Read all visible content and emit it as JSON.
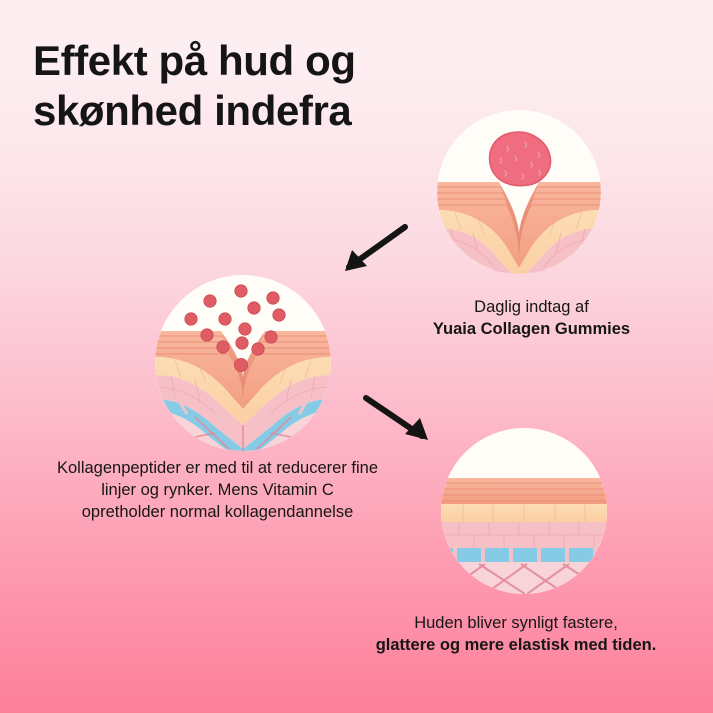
{
  "background": {
    "gradient_top": "#fdeef1",
    "gradient_bottom": "#fd8099"
  },
  "heading": {
    "line1": "Effekt på hud og",
    "line2": "skønhed indefra",
    "color": "#151515"
  },
  "steps": [
    {
      "id": "step-intake",
      "illustration": "skin-cross-section-with-gummy",
      "caption_regular": "Daglig indtag af",
      "caption_bold": "Yuaia Collagen Gummies"
    },
    {
      "id": "step-peptides",
      "illustration": "skin-cross-section-with-collagen-peptides",
      "caption_line1": "Kollagenpeptider er med til at reducerer fine",
      "caption_line2": "linjer og rynker. Mens Vitamin C",
      "caption_line3": "opretholder normal kollagendannelse"
    },
    {
      "id": "step-result",
      "illustration": "skin-cross-section-smooth",
      "caption_regular": "Huden bliver synligt fastere,",
      "caption_bold": "glattere og mere elastisk med tiden."
    }
  ],
  "arrows": [
    {
      "id": "arrow-one",
      "direction": "down-left",
      "color": "#141414"
    },
    {
      "id": "arrow-two",
      "direction": "down-right",
      "color": "#141414"
    }
  ],
  "palette": {
    "gummy_fill": "#ef6d7e",
    "gummy_edge": "#e05c70",
    "epidermis": "#f6a98e",
    "epidermis_line": "#e88c72",
    "upper_dermis": "#fbd2a8",
    "dermis_brick": "#f6c0c6",
    "blue_band": "#86cbe6",
    "hypodermis": "#f8d3d8",
    "fiber": "#e89aa7",
    "peptide_dot": "#e05c63"
  }
}
